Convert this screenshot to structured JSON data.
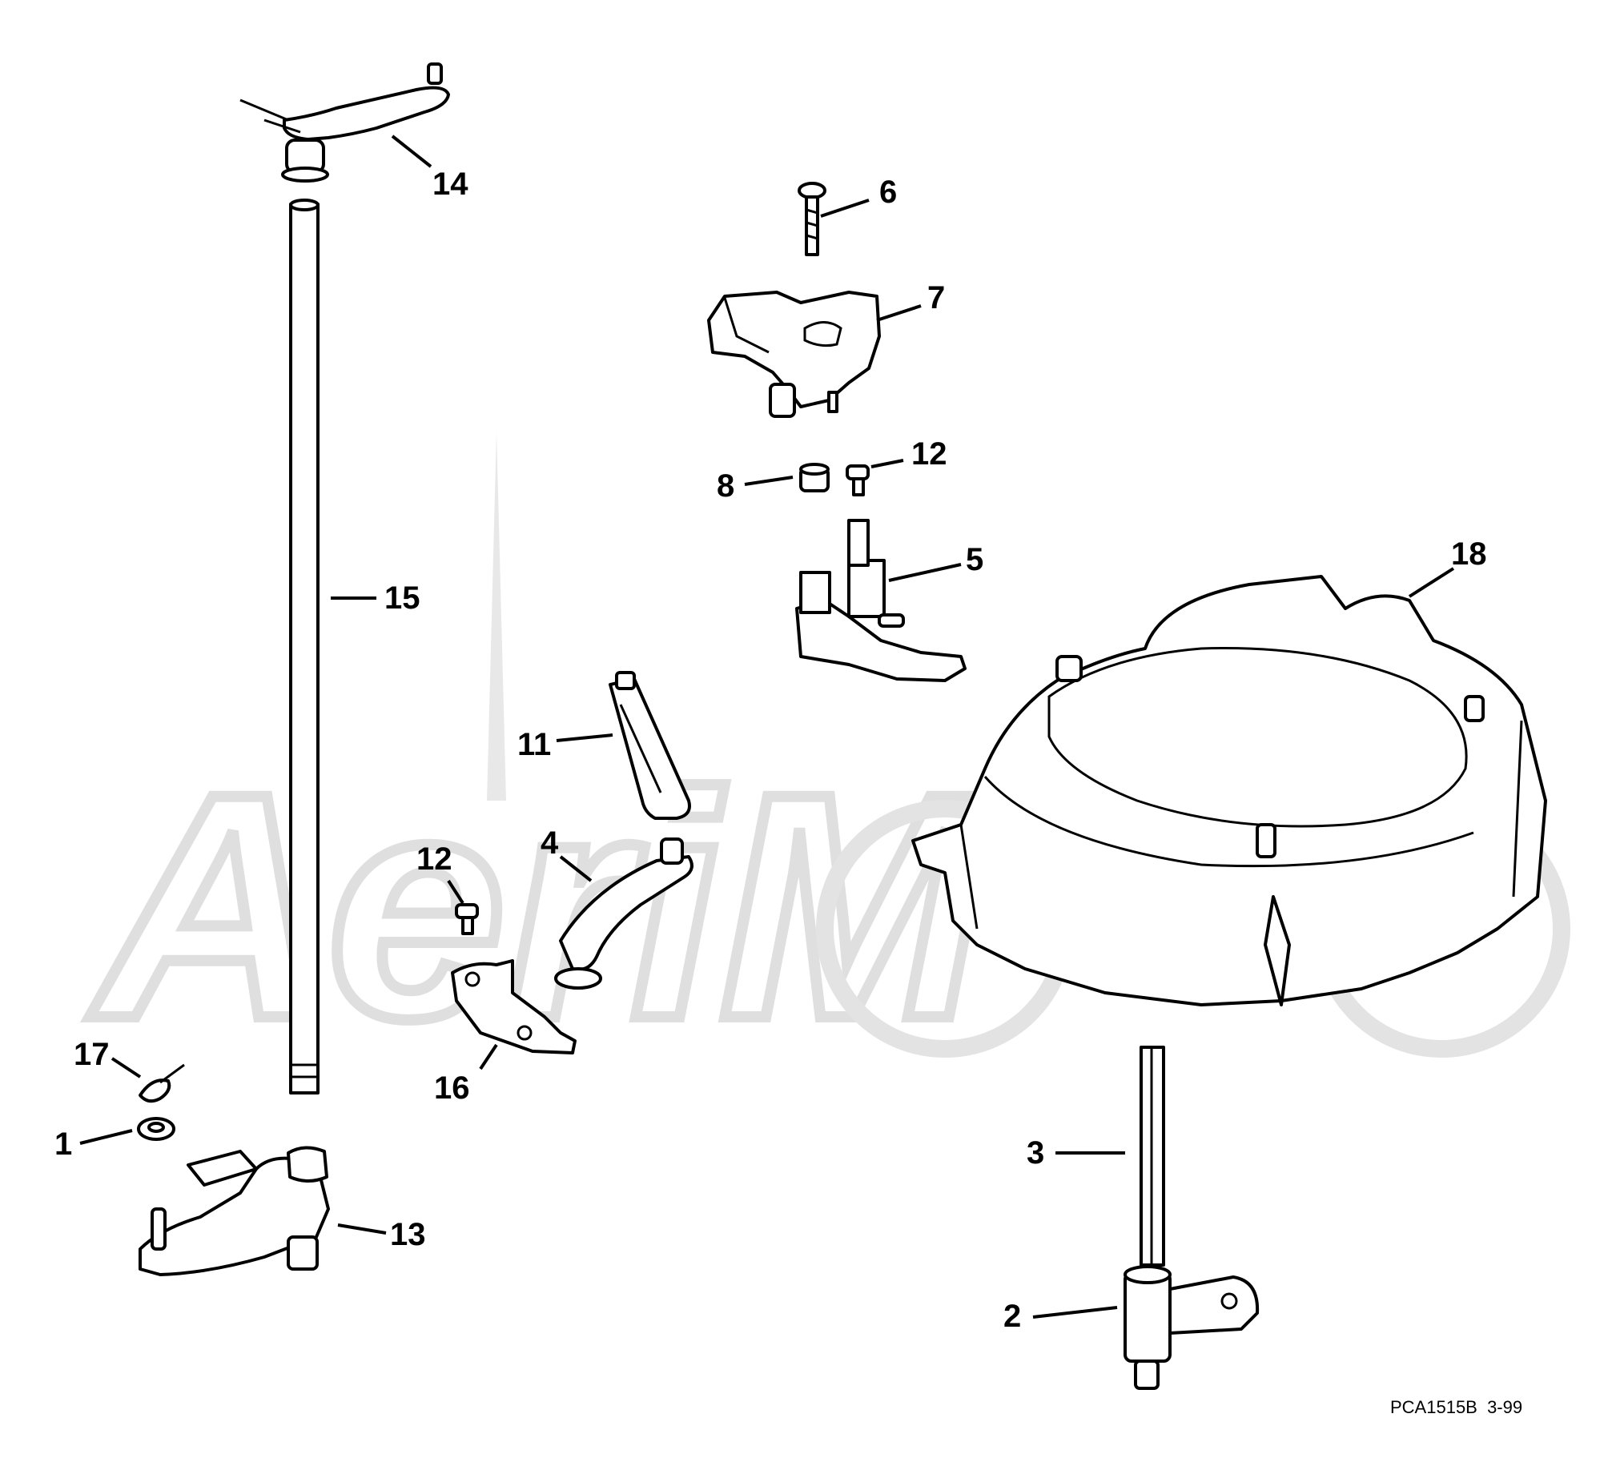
{
  "diagram": {
    "callouts": {
      "c1": "1",
      "c2": "2",
      "c3": "3",
      "c4": "4",
      "c5": "5",
      "c6": "6",
      "c7": "7",
      "c8": "8",
      "c11": "11",
      "c12a": "12",
      "c12b": "12",
      "c13": "13",
      "c14": "14",
      "c15": "15",
      "c16": "16",
      "c17": "17",
      "c18": "18"
    },
    "document_id": "PCA1515B  3-99"
  }
}
